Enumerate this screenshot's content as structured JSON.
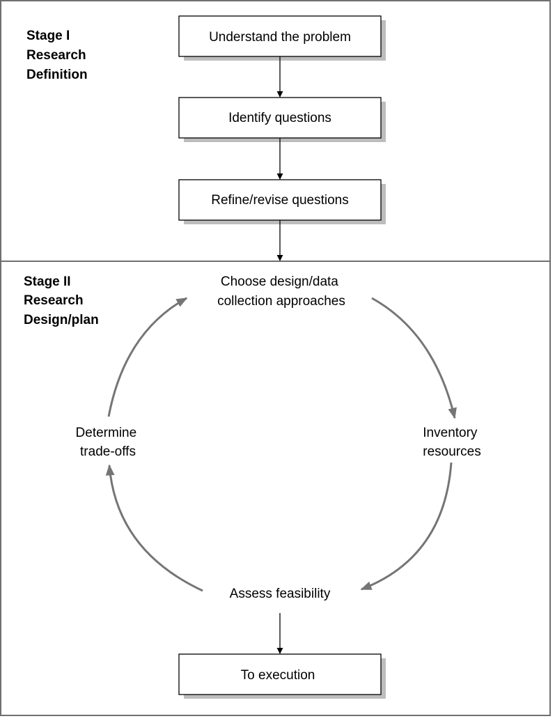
{
  "stage1": {
    "label_lines": [
      "Stage I",
      "Research",
      "Definition"
    ],
    "steps": [
      "Understand the problem",
      "Identify questions",
      "Refine/revise questions"
    ]
  },
  "stage2": {
    "label_lines": [
      "Stage II",
      "Research",
      "Design/plan"
    ],
    "cycle": {
      "choose_design": [
        "Choose design/data",
        "collection approaches"
      ],
      "inventory": [
        "Inventory",
        "resources"
      ],
      "assess": "Assess feasibility",
      "tradeoffs": [
        "Determine",
        "trade-offs"
      ]
    },
    "final_step": "To execution"
  },
  "colors": {
    "frame": "#6f6f6f",
    "shadow": "#bdbdbd",
    "cycle_arrow": "#757575",
    "black_arrow": "#000000"
  }
}
